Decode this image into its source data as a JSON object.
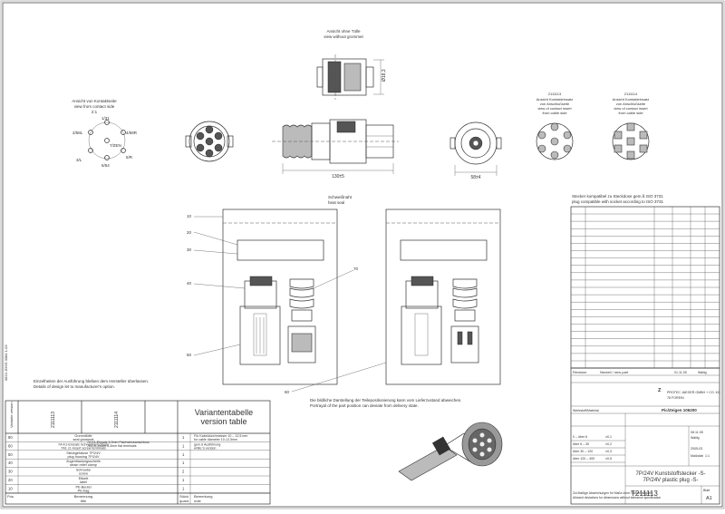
{
  "views": {
    "top_view_de": "Ansicht ohne Tülle",
    "top_view_en": "view without grommet",
    "top_dim": "Ø18,3",
    "contact_view_de": "Ansicht von Kontaktseite",
    "contact_view_en": "view from contact side",
    "contact_scale": "2:1",
    "pin_labels": [
      "1/31",
      "2/58L",
      "3/L",
      "4/58R",
      "5/R",
      "6/54",
      "7/ZEN"
    ],
    "side_dim_length": "130±5",
    "front_dim": "58±4",
    "insert1_code": "2111113",
    "insert1_de1": "Ansicht Kontakteinsatz",
    "insert1_de2": "von Anschlußseite",
    "insert1_en1": "view of contact insert",
    "insert1_en2": "from cable side",
    "insert2_code": "2111114",
    "insert2_de1": "Ansicht Kontakteinsatz",
    "insert2_de2": "von Anschlußseite",
    "insert2_en1": "view of contact insert",
    "insert2_en2": "from cable side"
  },
  "package": {
    "seal_de": "Schweißnaht",
    "seal_en": "heat seal",
    "callouts": [
      "10",
      "20",
      "30",
      "40",
      "50",
      "60",
      "70"
    ]
  },
  "notes": {
    "design_de": "Einzelheiten der Ausführung bleiben dem Hersteller überlassen.",
    "design_en": "Details of design let to manufacturer's option.",
    "position_de": "Die bildliche Darstellung der Teilepositionierung kann vom Lieferzustand abweichen.",
    "position_en": "Portrayal of the part position can deviate from delivery state.",
    "compat_de": "Stecker kompatibel zu Steckdose gem.ß ISO 3731",
    "compat_en": "plug compatible with socket according to ISO 3731",
    "side_ref": "0824 JOSS 0084 1-03"
  },
  "variant_table": {
    "title_de": "Variantentabelle",
    "title_en": "version table",
    "header_variant": "Variante version",
    "variants": [
      "2111113",
      "2111114"
    ],
    "rows": [
      {
        "pos": "80",
        "name": "Gummitülle",
        "name_en": "seal grommet",
        "qty": "1",
        "note": "Für Kabeldurchmesser 10 – 12,5 mm",
        "note_en": "for cable diameter 10-12,5mm"
      },
      {
        "pos": "60",
        "name": "7A K1-Einsatz Schraubanschluss",
        "name_en": "7A1 ct.-insert screw terminals",
        "qty": "1",
        "note": "gem.ß Ausführung",
        "note_en": "white S version"
      },
      {
        "pos": "50",
        "name": "Steckgehäuse 7P/24V",
        "name_en": "plug housing 7P/24V",
        "qty": "1",
        "note": "",
        "note_en": ""
      },
      {
        "pos": "40",
        "name": "Zugentlastungsschelle",
        "name_en": "strain relief clamp",
        "qty": "1",
        "note": "",
        "note_en": ""
      },
      {
        "pos": "30",
        "name": "Schraube",
        "name_en": "screw",
        "qty": "2",
        "note": "",
        "note_en": ""
      },
      {
        "pos": "20",
        "name": "Etikett",
        "name_en": "label",
        "qty": "1",
        "note": "",
        "note_en": ""
      },
      {
        "pos": "10",
        "name": "PE-Beutel",
        "name_en": "PE-bag",
        "qty": "1",
        "note": "",
        "note_en": ""
      }
    ],
    "footer_pos": "Pos.",
    "footer_name": "Benennung",
    "footer_name_en": "title",
    "footer_qty": "Stück",
    "footer_qty_en": "quant.",
    "footer_note": "Bemerkung",
    "footer_note_en": "note",
    "alt_row_name": "7A K1-Einsatz 6,3mm Flachsteckanschluss",
    "alt_row_name_en": "7A1 ct.-insert 6,3mm flat terminals"
  },
  "title_block": {
    "revision_label": "Revision",
    "revision_value": "Neuteil / new part",
    "company": "PROTEC JAEGER GMBH + CO. KG",
    "city": "78 FOREIN",
    "material_label": "Werkstoff/Material",
    "standard_label": "Pic/Zeigen 106200",
    "title_de": "7P/24V Kunststoffstecker -S-",
    "title_en": "7P/24V plastic plug -S-",
    "drawing_no": "T211113",
    "scale_label": "Maßstab",
    "scale": "1:1",
    "sheet_label": "Blatt",
    "sheet": "A1",
    "date": "2005-03",
    "date_rows": [
      "01.11.05",
      "08.11.05"
    ],
    "name_rows": [
      "Wallig",
      "Wallig"
    ],
    "tolerance_rows": [
      "0 – über 6",
      "über 6 – 30",
      "über 30 – 120",
      "über 120 – 400"
    ],
    "tolerance_values": [
      "±0,1",
      "±0,2",
      "±0,3",
      "±0,5"
    ],
    "footnote": "Zul.Maßige Abweichungen für Maße ohne Toleranzangabe",
    "footnote_en": "Allowed deviations for dimensions without tolerance specification"
  }
}
